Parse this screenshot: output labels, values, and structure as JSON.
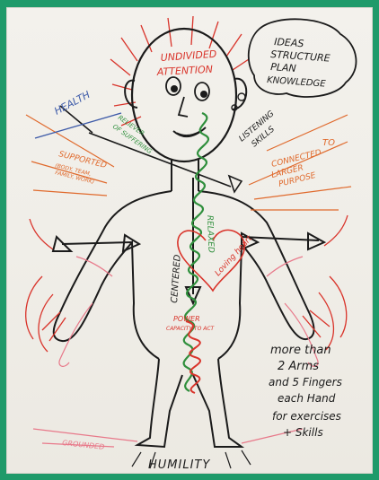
{
  "colors": {
    "frame": "#1f9a6a",
    "paper": "#f1efea",
    "ink_black": "#1b1b1b",
    "ink_red": "#d9342b",
    "ink_green": "#2f8f3c",
    "ink_orange": "#e06a2d",
    "ink_pink": "#e8798a",
    "ink_blue": "#3d5aa8"
  },
  "labels": {
    "undivided_attention": [
      "UNDIVIDED",
      "ATTENTION"
    ],
    "ideas_bubble": [
      "IDEAS",
      "STRUCTURE",
      "PLAN",
      "KNOWLEDGE"
    ],
    "health": "HEALTH",
    "reliever_of_suffering": [
      "RELIEVER",
      "OF SUFFERING"
    ],
    "listening_skills": [
      "LISTENING",
      "SKILLS"
    ],
    "to": "TO",
    "supported": [
      "SUPPORTED",
      "(BODY, TEAM,",
      "FAMILY, WORK)"
    ],
    "connected_larger_purpose": [
      "CONNECTED",
      "LARGER",
      "PURPOSE"
    ],
    "centered": "CENTERED",
    "relaxed": "RELAXED",
    "loving_heart": "Loving heart",
    "power_capacity": [
      "POWER",
      "CAPACITY TO ACT"
    ],
    "grounded": "GROUNDED",
    "humility": "HUMILITY",
    "note": [
      "more than",
      "2 Arms",
      "and 5 Fingers",
      "each Hand",
      "for exercises",
      "+ Skills"
    ]
  },
  "icons": {
    "diagram": "hand-drawn-figure"
  }
}
